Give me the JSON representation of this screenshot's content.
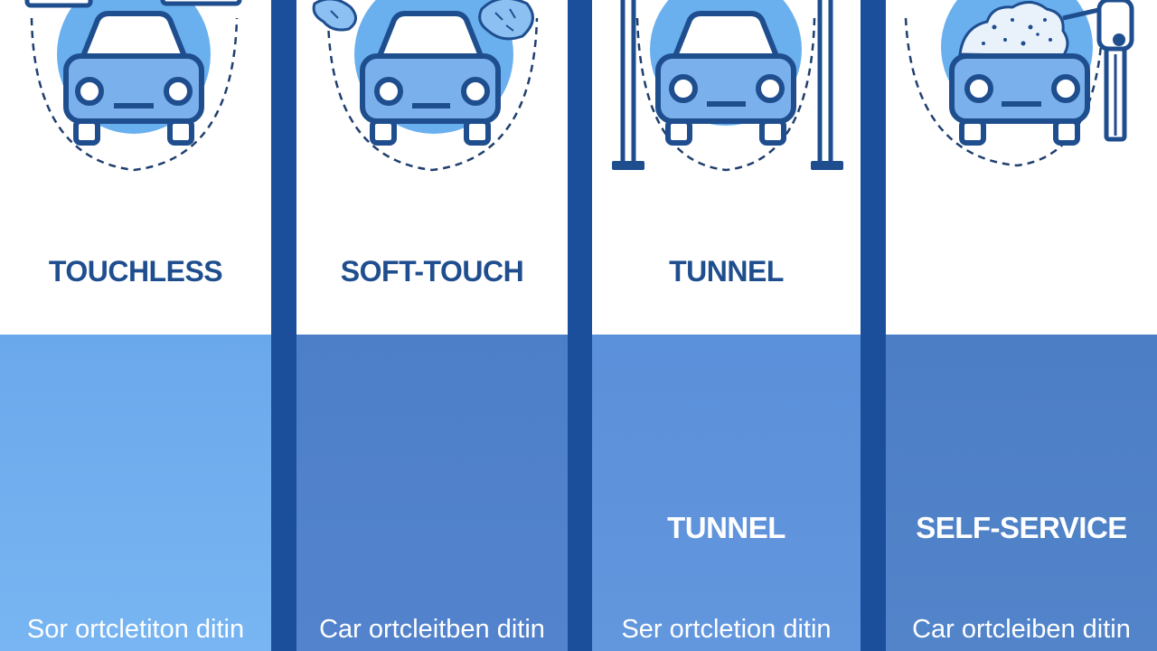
{
  "panels": [
    {
      "title": "TOUCHLESS",
      "subtitle": "",
      "caption": "Sor ortcletiton ditin",
      "icon": "touchless-car-wash-icon"
    },
    {
      "title": "SOFT-TOUCH",
      "subtitle": "",
      "caption": "Car ortcleitben ditin",
      "icon": "soft-touch-car-wash-icon"
    },
    {
      "title": "TUNNEL",
      "subtitle": "TUNNEL",
      "caption": "Ser ortcletion ditin",
      "icon": "tunnel-car-wash-icon"
    },
    {
      "title": "",
      "subtitle": "SELF-SERVICE",
      "caption": "Car ortcleiben ditin",
      "icon": "self-service-car-wash-icon"
    }
  ],
  "colors": {
    "divider": "#1b4f9c",
    "title": "#1f4e8f",
    "car_fill": "#7ab0ec",
    "car_outline": "#1f4e8f",
    "halo": "#6ab0ee"
  }
}
